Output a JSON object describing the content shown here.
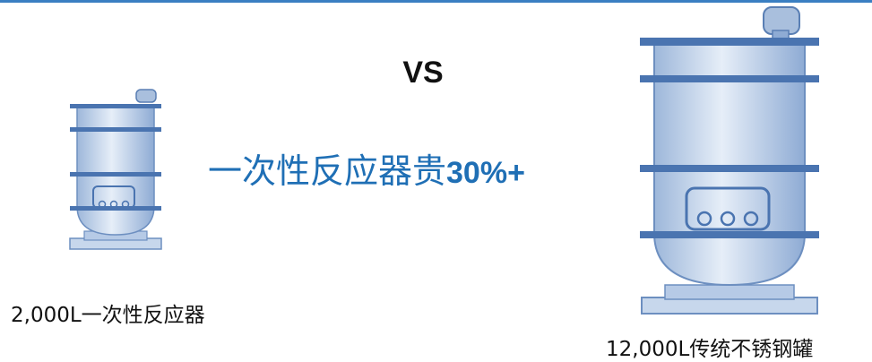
{
  "comparison": {
    "vs_label": "VS",
    "headline_text": "一次性反应器贵",
    "headline_percent": "30%+"
  },
  "vessels": {
    "single_use": {
      "caption": "2,000L一次性反应器"
    },
    "stainless": {
      "caption": "12,000L传统不锈钢罐"
    }
  },
  "colors": {
    "accent": "#1f6fb5",
    "vessel_fill": "#c9d9ee",
    "vessel_stroke": "#5a7fb4",
    "top_rule": "#3a7fc2"
  }
}
